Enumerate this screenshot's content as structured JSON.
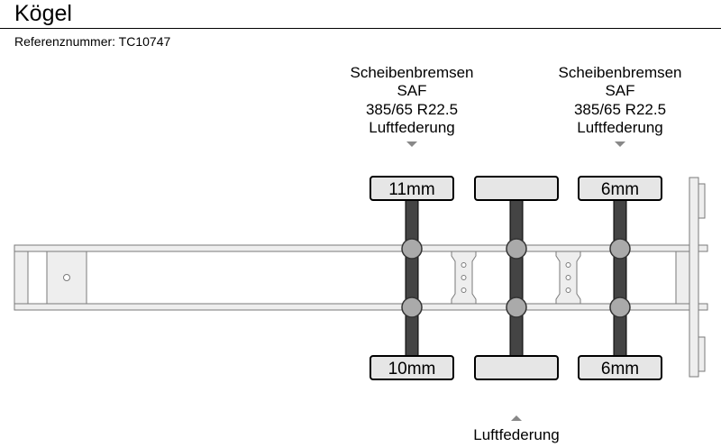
{
  "header": {
    "brand": "Kögel",
    "reference": "Referenznummer: TC10747"
  },
  "axles": [
    {
      "name": "axle-1",
      "top_label": {
        "brakes": "Scheibenbremsen",
        "axle_maker": "SAF",
        "tire_size": "385/65 R22.5",
        "suspension": "Luftfederung"
      },
      "tread_top": "11mm",
      "tread_bottom": "10mm"
    },
    {
      "name": "axle-2",
      "bottom_label": {
        "suspension": "Luftfederung"
      },
      "tread_top": "",
      "tread_bottom": ""
    },
    {
      "name": "axle-3",
      "top_label": {
        "brakes": "Scheibenbremsen",
        "axle_maker": "SAF",
        "tire_size": "385/65 R22.5",
        "suspension": "Luftfederung"
      },
      "tread_top": "6mm",
      "tread_bottom": "6mm"
    }
  ],
  "colors": {
    "frame_fill": "#eeeeee",
    "frame_stroke": "#7a7a7a",
    "axle": "#444444",
    "hub": "#aaaaaa",
    "tire_fill": "#e6e6e6",
    "marker": "#888888"
  }
}
